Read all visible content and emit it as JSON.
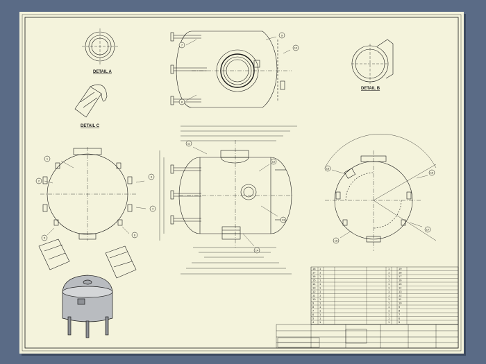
{
  "sheet": {
    "paper_color": "#f4f3dc",
    "background_color": "#5a6b86",
    "line_color": "#1a1a1a"
  },
  "details": {
    "a": "DETAIL A",
    "b": "DETAIL B",
    "c": "DETAIL C"
  },
  "balloons": [
    "1",
    "2",
    "3",
    "4",
    "5",
    "6",
    "7",
    "8",
    "9",
    "10",
    "11",
    "12",
    "13",
    "14",
    "15",
    "16",
    "17",
    "18"
  ],
  "bom": {
    "rows": [
      [
        "18",
        "1",
        "",
        "",
        "",
        "",
        "1",
        "19",
        "",
        "",
        "",
        "",
        ""
      ],
      [
        "17",
        "1",
        "",
        "",
        "",
        "",
        "1",
        "18",
        "",
        "",
        "",
        "",
        ""
      ],
      [
        "16",
        "1",
        "",
        "",
        "",
        "",
        "1",
        "17",
        "",
        "",
        "",
        "",
        ""
      ],
      [
        "15",
        "1",
        "",
        "",
        "",
        "",
        "1",
        "16",
        "",
        "",
        "",
        "",
        ""
      ],
      [
        "14",
        "1",
        "",
        "",
        "",
        "",
        "1",
        "15",
        "",
        "",
        "",
        "",
        ""
      ],
      [
        "13",
        "1",
        "",
        "",
        "",
        "",
        "1",
        "14",
        "",
        "",
        "",
        "",
        ""
      ],
      [
        "12",
        "1",
        "",
        "",
        "",
        "",
        "1",
        "13",
        "",
        "",
        "",
        "",
        ""
      ],
      [
        "11",
        "1",
        "",
        "",
        "",
        "",
        "1",
        "12",
        "",
        "",
        "",
        "",
        ""
      ],
      [
        "10",
        "1",
        "",
        "",
        "",
        "",
        "1",
        "11",
        "",
        "",
        "",
        "",
        ""
      ],
      [
        "9",
        "1",
        "",
        "",
        "",
        "",
        "1",
        "10",
        "",
        "",
        "",
        "",
        ""
      ],
      [
        "8",
        "1",
        "",
        "",
        "",
        "",
        "1",
        "9",
        "",
        "",
        "",
        "",
        ""
      ],
      [
        "7",
        "1",
        "",
        "",
        "",
        "",
        "1",
        "8",
        "",
        "",
        "",
        "",
        ""
      ],
      [
        "6",
        "1",
        "",
        "",
        "",
        "",
        "1",
        "7",
        "",
        "",
        "",
        "",
        ""
      ],
      [
        "5",
        "1",
        "",
        "",
        "",
        "",
        "1",
        "6",
        "",
        "",
        "",
        "",
        ""
      ],
      [
        "4",
        "1",
        "",
        "",
        "",
        "",
        "1",
        "5",
        "",
        "",
        "",
        "",
        ""
      ]
    ]
  }
}
